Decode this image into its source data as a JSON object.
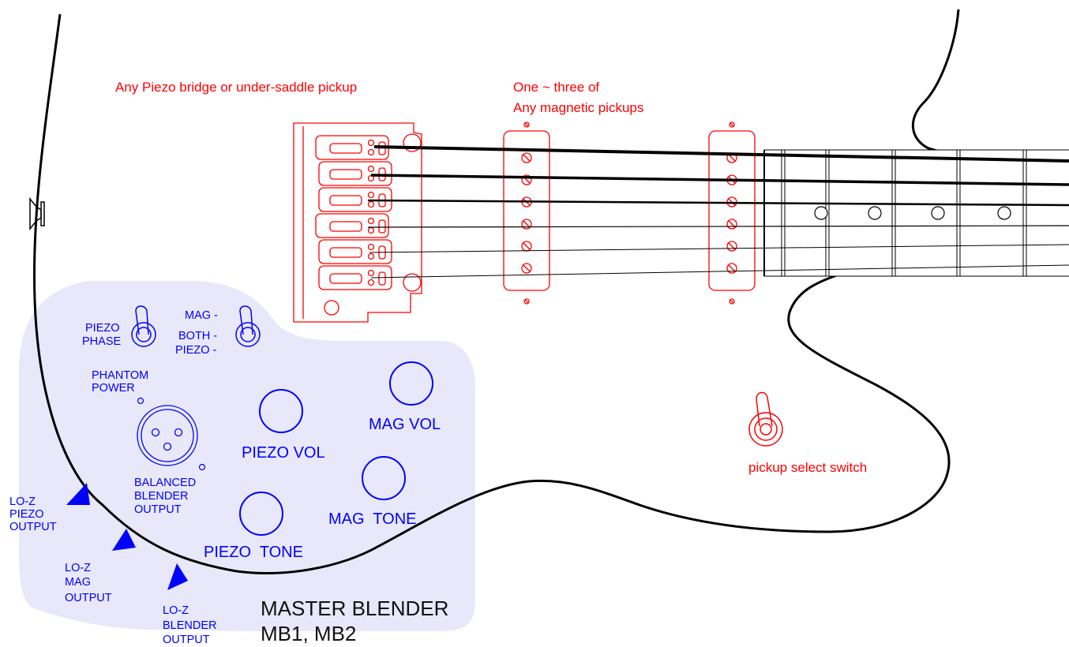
{
  "colors": {
    "body_outline": "#000000",
    "red_parts": "#ff0000",
    "blue_controls": "#0000ff",
    "control_panel_fill": "#e8e8fa"
  },
  "labels": {
    "piezo_bridge": "Any Piezo bridge or under-saddle pickup",
    "mag_line1": "One ~ three of",
    "mag_line2": "Any magnetic pickups",
    "pickup_select": "pickup select switch",
    "piezo_phase_1": "PIEZO",
    "piezo_phase_2": "PHASE",
    "mode_1": "MAG -",
    "mode_2": "BOTH -",
    "mode_3": "PIEZO -",
    "phantom_1": "PHANTOM",
    "phantom_2": "POWER",
    "balanced_1": "BALANCED",
    "balanced_2": "BLENDER",
    "balanced_3": "OUTPUT",
    "piezo_vol": "PIEZO VOL",
    "mag_vol": "MAG VOL",
    "mag_tone": "MAG  TONE",
    "piezo_tone": "PIEZO  TONE",
    "loz_piezo_1": "LO-Z",
    "loz_piezo_2": "PIEZO",
    "loz_piezo_3": "OUTPUT",
    "loz_mag_1": "LO-Z",
    "loz_mag_2": "MAG",
    "loz_mag_3": "OUTPUT",
    "loz_blend_1": "LO-Z",
    "loz_blend_2": "BLENDER",
    "loz_blend_3": "OUTPUT",
    "title_1": "MASTER BLENDER",
    "title_2": "MB1, MB2"
  },
  "icons": {
    "toggle_switch": "toggle-switch-icon",
    "xlr_jack": "xlr-jack-icon",
    "knob": "knob-icon",
    "output_jack": "triangle-output-icon",
    "strap_button": "strap-button-icon"
  }
}
